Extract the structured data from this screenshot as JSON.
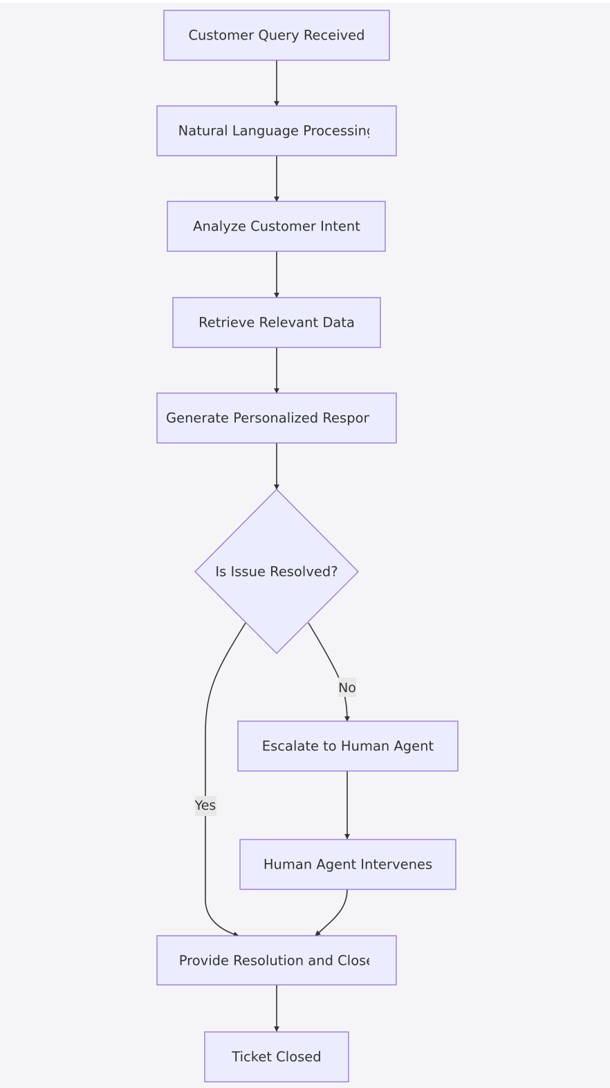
{
  "nodes": {
    "customer_query": "Customer Query Received",
    "nlp": "Natural Language Processing",
    "analyze_intent": "Analyze Customer Intent",
    "retrieve_data": "Retrieve Relevant Data",
    "generate_response": "Generate Personalized Response",
    "is_resolved": "Is Issue Resolved?",
    "escalate": "Escalate to Human Agent",
    "human_intervenes": "Human Agent Intervenes",
    "provide_resolution": "Provide Resolution and Close",
    "ticket_closed": "Ticket Closed"
  },
  "edge_labels": {
    "no": "No",
    "yes": "Yes"
  },
  "colors": {
    "node_fill": "#ececff",
    "node_stroke": "#9370db",
    "edge": "#333333",
    "background": "#f5f5f8"
  }
}
